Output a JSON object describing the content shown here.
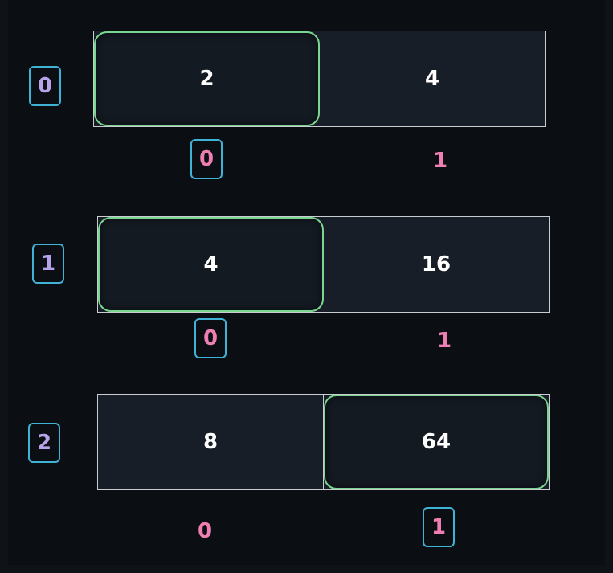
{
  "rows": [
    {
      "index": "0",
      "cells": [
        "2",
        "4"
      ],
      "selected_cell": 0,
      "col_labels": [
        "0",
        "1"
      ],
      "active_col_label": 0
    },
    {
      "index": "1",
      "cells": [
        "4",
        "16"
      ],
      "selected_cell": 0,
      "col_labels": [
        "0",
        "1"
      ],
      "active_col_label": 0
    },
    {
      "index": "2",
      "cells": [
        "8",
        "64"
      ],
      "selected_cell": 1,
      "col_labels": [
        "0",
        "1"
      ],
      "active_col_label": 1
    }
  ],
  "colors": {
    "background": "#0b0e13",
    "cell_fill": "#171e27",
    "selected_outline": "#79d590",
    "index_outline": "#3fb2d6",
    "row_index_text": "#b7a3ea",
    "col_index_text": "#ef7fb2",
    "value_text": "#ffffff"
  }
}
